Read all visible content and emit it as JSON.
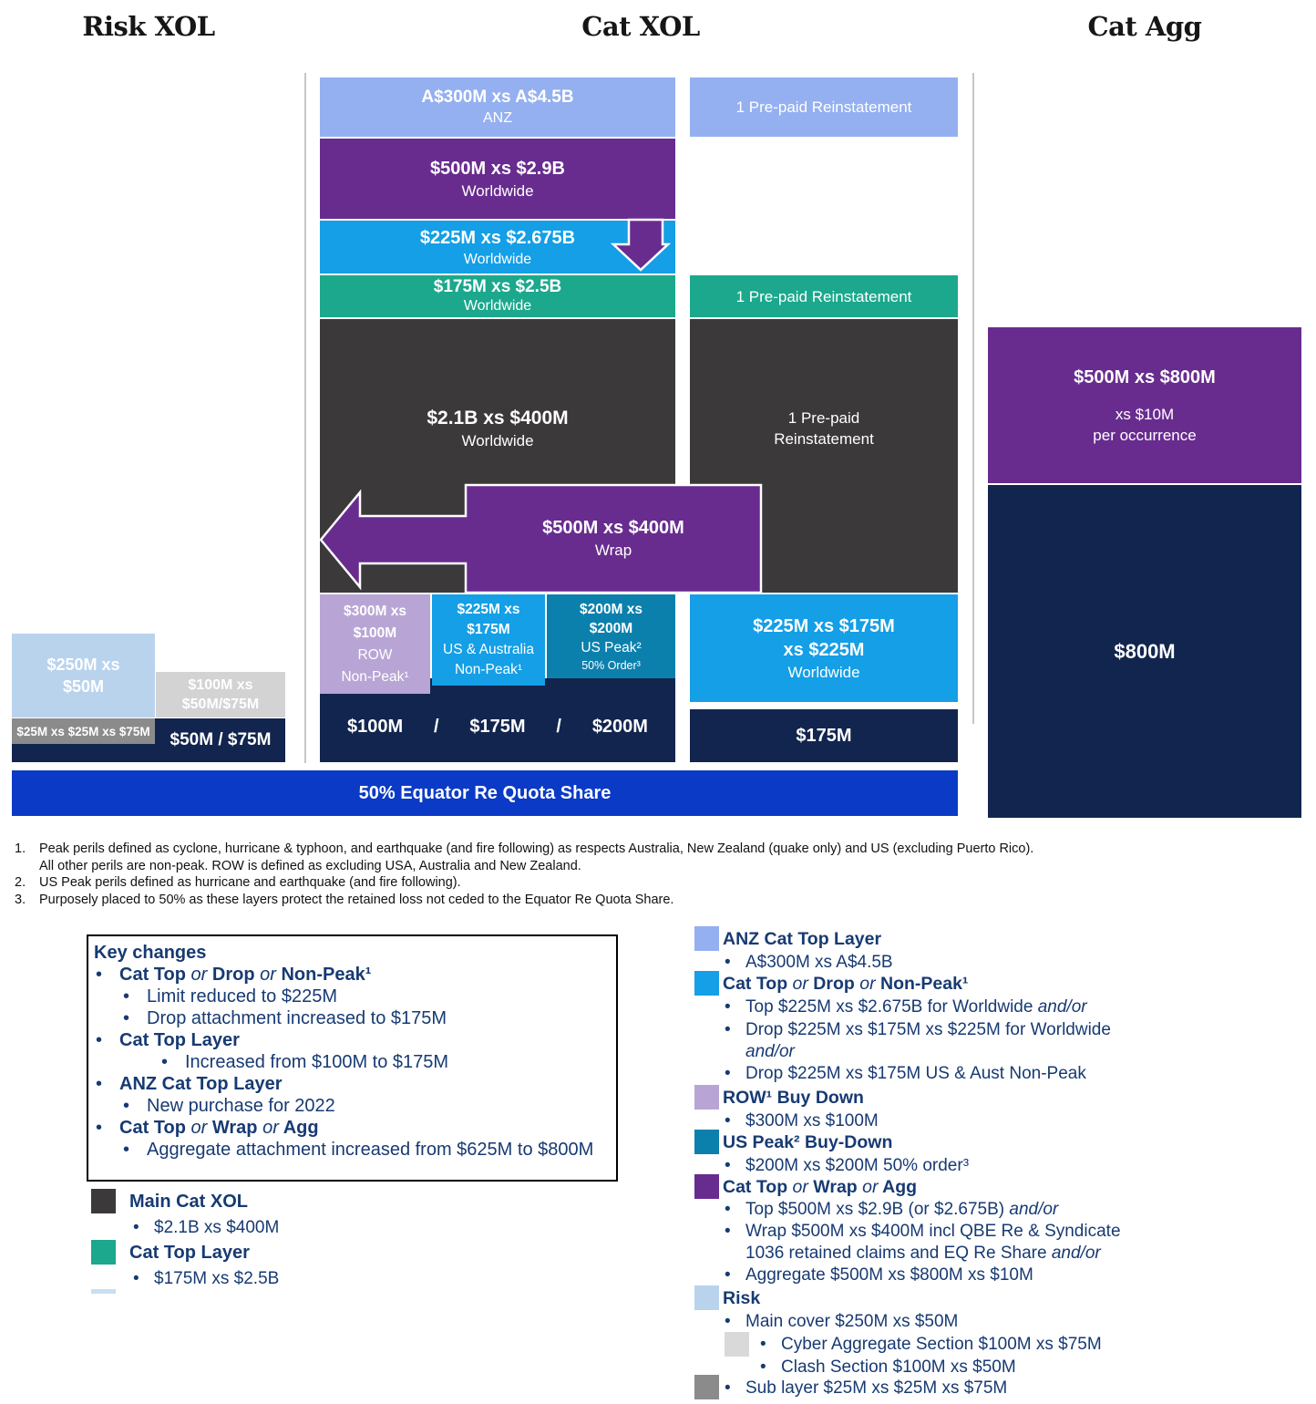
{
  "ui": {
    "bullet": "•"
  },
  "colors": {
    "periwinkle": "#94b0f0",
    "purple": "#682c8f",
    "blue": "#149fe6",
    "teal": "#1ba88c",
    "charcoal": "#3b393a",
    "lavender": "#b8a5d5",
    "dark_teal": "#0c80ad",
    "navy": "#12254e",
    "royal_blue": "#0b3ac6",
    "risk_blue": "#b9d3ed",
    "light_gray": "#d3d3d3",
    "mid_gray": "#8b8b8b",
    "text_navy": "#173a73"
  },
  "headers": {
    "risk_xol": "Risk XOL",
    "cat_xol": "Cat XOL",
    "cat_agg": "Cat Agg"
  },
  "risk_tower": {
    "main_cover": {
      "line1": "$250M xs",
      "line2": "$50M"
    },
    "cyber_clash": {
      "line1": "$100M xs",
      "line2": "$50M/$75M"
    },
    "sub_layer": "$25M xs $25M xs $75M",
    "retention": "$50M / $75M"
  },
  "cat_tower": {
    "anz_top": {
      "line1": "A$300M xs A$4.5B",
      "line2": "ANZ"
    },
    "cat_top_500": {
      "line1": "$500M xs $2.9B",
      "line2": "Worldwide"
    },
    "cat_top_225": {
      "line1": "$225M xs $2.675B",
      "line2": "Worldwide"
    },
    "cat_top_175": {
      "line1": "$175M xs $2.5B",
      "line2": "Worldwide"
    },
    "main_layer": {
      "line1": "$2.1B xs $400M",
      "line2": "Worldwide"
    },
    "wrap": {
      "line1": "$500M xs $400M",
      "line2": "Wrap"
    },
    "row_buy_down": {
      "line1": "$300M xs",
      "line2": "$100M",
      "line3": "ROW",
      "line4": "Non-Peak¹"
    },
    "us_aus_drop": {
      "line1": "$225M xs",
      "line2": "$175M",
      "line3": "US & Australia",
      "line4": "Non-Peak¹"
    },
    "us_peak_buy_down": {
      "line1": "$200M xs",
      "line2": "$200M",
      "line3": "US Peak²",
      "line4": "50% Order³"
    },
    "retentions": {
      "r1": "$100M",
      "sep1": "/",
      "r2": "$175M",
      "sep2": "/",
      "r3": "$200M"
    }
  },
  "reinstatement_column": {
    "anz": "1 Pre-paid Reinstatement",
    "cat_top": "1 Pre-paid Reinstatement",
    "main": {
      "line1": "1 Pre-paid",
      "line2": "Reinstatement"
    },
    "drop_layer": {
      "line1": "$225M xs $175M",
      "line2": "xs $225M",
      "line3": "Worldwide"
    },
    "retention": "$175M"
  },
  "cat_agg_tower": {
    "agg_layer": {
      "line1": "$500M xs $800M",
      "line2": "xs $10M",
      "line3": "per occurrence"
    },
    "agg_attachment": "$800M"
  },
  "quota_share": "50% Equator Re Quota Share",
  "footnotes": [
    {
      "num": "1.",
      "text": "Peak perils defined as cyclone, hurricane & typhoon, and earthquake (and fire following) as respects Australia, New Zealand (quake only) and US (excluding Puerto Rico).",
      "text2": "All other perils are non-peak.  ROW is defined as excluding USA, Australia and New Zealand."
    },
    {
      "num": "2.",
      "text": "US Peak perils defined as hurricane and earthquake (and fire following)."
    },
    {
      "num": "3.",
      "text": "Purposely placed to 50% as these layers protect the retained loss not ceded to the Equator Re Quota Share."
    }
  ],
  "key_changes": {
    "title": "Key changes",
    "h1": [
      "Cat Top ",
      "or",
      " Drop ",
      "or",
      " Non-Peak¹"
    ],
    "h1_b1": "Limit reduced to $225M",
    "h1_b2": "Drop attachment increased to $175M",
    "h2": "Cat Top Layer",
    "h2_b1": "Increased from $100M to $175M",
    "h3": "ANZ Cat Top Layer",
    "h3_b1": "New purchase for 2022",
    "h4": [
      "Cat Top ",
      "or",
      " Wrap ",
      "or",
      " Agg"
    ],
    "h4_b1": "Aggregate attachment increased from $625M to $800M"
  },
  "legend_left": {
    "main_cat": {
      "label": "Main Cat XOL",
      "bullet": "$2.1B xs $400M"
    },
    "cat_top": {
      "label": "Cat Top Layer",
      "bullet": "$175M xs $2.5B"
    }
  },
  "legend_right": {
    "anz": {
      "heading": "ANZ Cat Top Layer",
      "b1": "A$300M xs A$4.5B"
    },
    "cat_top_drop": {
      "heading": [
        "Cat Top ",
        "or",
        " Drop ",
        "or",
        " Non-Peak¹"
      ],
      "b1": [
        "Top $225M xs $2.675B for Worldwide ",
        "and/or"
      ],
      "b2": "Drop $225M xs $175M xs $225M for Worldwide",
      "b2_cont": "and/or",
      "b3": "Drop $225M xs $175M US & Aust Non-Peak"
    },
    "row_buy_down": {
      "heading": "ROW¹ Buy Down",
      "b1": "$300M xs $100M"
    },
    "us_peak_buy_down": {
      "heading": "US Peak² Buy-Down",
      "b1": "$200M xs $200M 50% order³"
    },
    "cat_top_wrap_agg": {
      "heading": [
        "Cat Top ",
        "or",
        " Wrap ",
        "or",
        " Agg"
      ],
      "b1": [
        "Top $500M xs $2.9B (or $2.675B) ",
        "and/or"
      ],
      "b2": "Wrap $500M xs $400M incl QBE Re & Syndicate",
      "b2_cont": [
        "1036 retained claims and EQ Re Share ",
        "and/or"
      ],
      "b3": "Aggregate $500M xs $800M xs $10M"
    },
    "risk": {
      "heading": "Risk",
      "b1": "Main cover $250M xs $50M",
      "s1": "Cyber Aggregate Section $100M xs $75M",
      "s2": "Clash Section $100M xs $50M",
      "b2": "Sub layer $25M xs $25M xs $75M"
    }
  }
}
